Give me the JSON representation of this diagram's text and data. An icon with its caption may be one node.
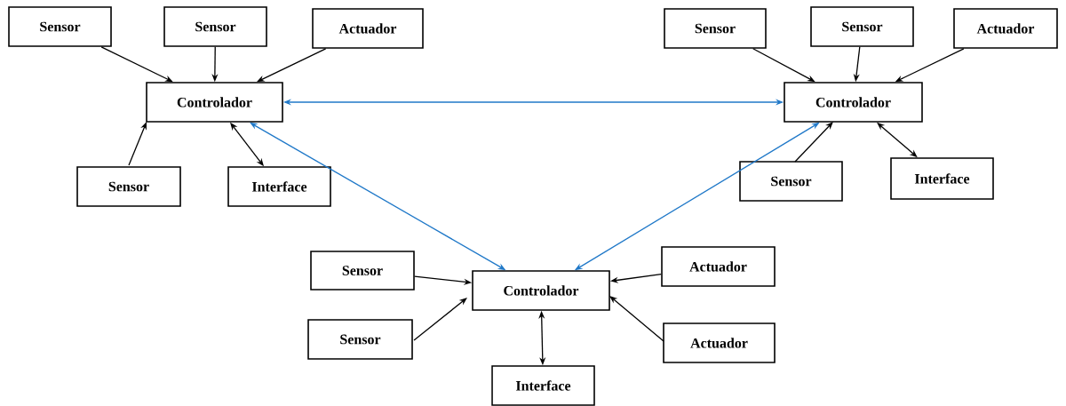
{
  "diagram": {
    "nodes": [
      {
        "text": [
          "Sensor"
        ]
      },
      {
        "text": [
          "Sensor"
        ]
      },
      {
        "text": [
          "Actuador"
        ]
      },
      {
        "text": [
          "Controlador"
        ]
      },
      {
        "text": [
          "Sensor"
        ]
      },
      {
        "text": [
          "Interface"
        ]
      },
      {
        "text": [
          "Sensor"
        ]
      },
      {
        "text": [
          "Sensor"
        ]
      },
      {
        "text": [
          "Actuador"
        ]
      },
      {
        "text": [
          "Controlador"
        ]
      },
      {
        "text": [
          "Sensor"
        ]
      },
      {
        "text": [
          "Interface"
        ]
      },
      {
        "text": [
          "Sensor"
        ]
      },
      {
        "text": [
          "Controlador"
        ]
      },
      {
        "text": [
          "Actuador"
        ]
      },
      {
        "text": [
          "Sensor"
        ]
      },
      {
        "text": [
          "Actuador"
        ]
      },
      {
        "text": [
          "Interface"
        ]
      }
    ],
    "edges": [
      {
        "from": 0,
        "to": 3,
        "arrow": "to"
      },
      {
        "from": 1,
        "to": 3,
        "arrow": "to"
      },
      {
        "from": 2,
        "to": 3,
        "arrow": "to"
      },
      {
        "from": 4,
        "to": 3,
        "arrow": "to"
      },
      {
        "from": 3,
        "to": 5,
        "arrow": "both"
      },
      {
        "from": 3,
        "to": 9,
        "arrow": "both",
        "color": "#1f78c8"
      },
      {
        "from": 3,
        "to": 13,
        "arrow": "both",
        "color": "#1f78c8"
      },
      {
        "from": 9,
        "to": 13,
        "arrow": "both",
        "color": "#1f78c8"
      },
      {
        "from": 6,
        "to": 9,
        "arrow": "to"
      },
      {
        "from": 7,
        "to": 9,
        "arrow": "to"
      },
      {
        "from": 8,
        "to": 9,
        "arrow": "to"
      },
      {
        "from": 10,
        "to": 9,
        "arrow": "to"
      },
      {
        "from": 9,
        "to": 11,
        "arrow": "both"
      },
      {
        "from": 12,
        "to": 13,
        "arrow": "to"
      },
      {
        "from": 15,
        "to": 13,
        "arrow": "to"
      },
      {
        "from": 14,
        "to": 13,
        "arrow": "to"
      },
      {
        "from": 16,
        "to": 13,
        "arrow": "to"
      },
      {
        "from": 13,
        "to": 17,
        "arrow": "both"
      }
    ]
  }
}
